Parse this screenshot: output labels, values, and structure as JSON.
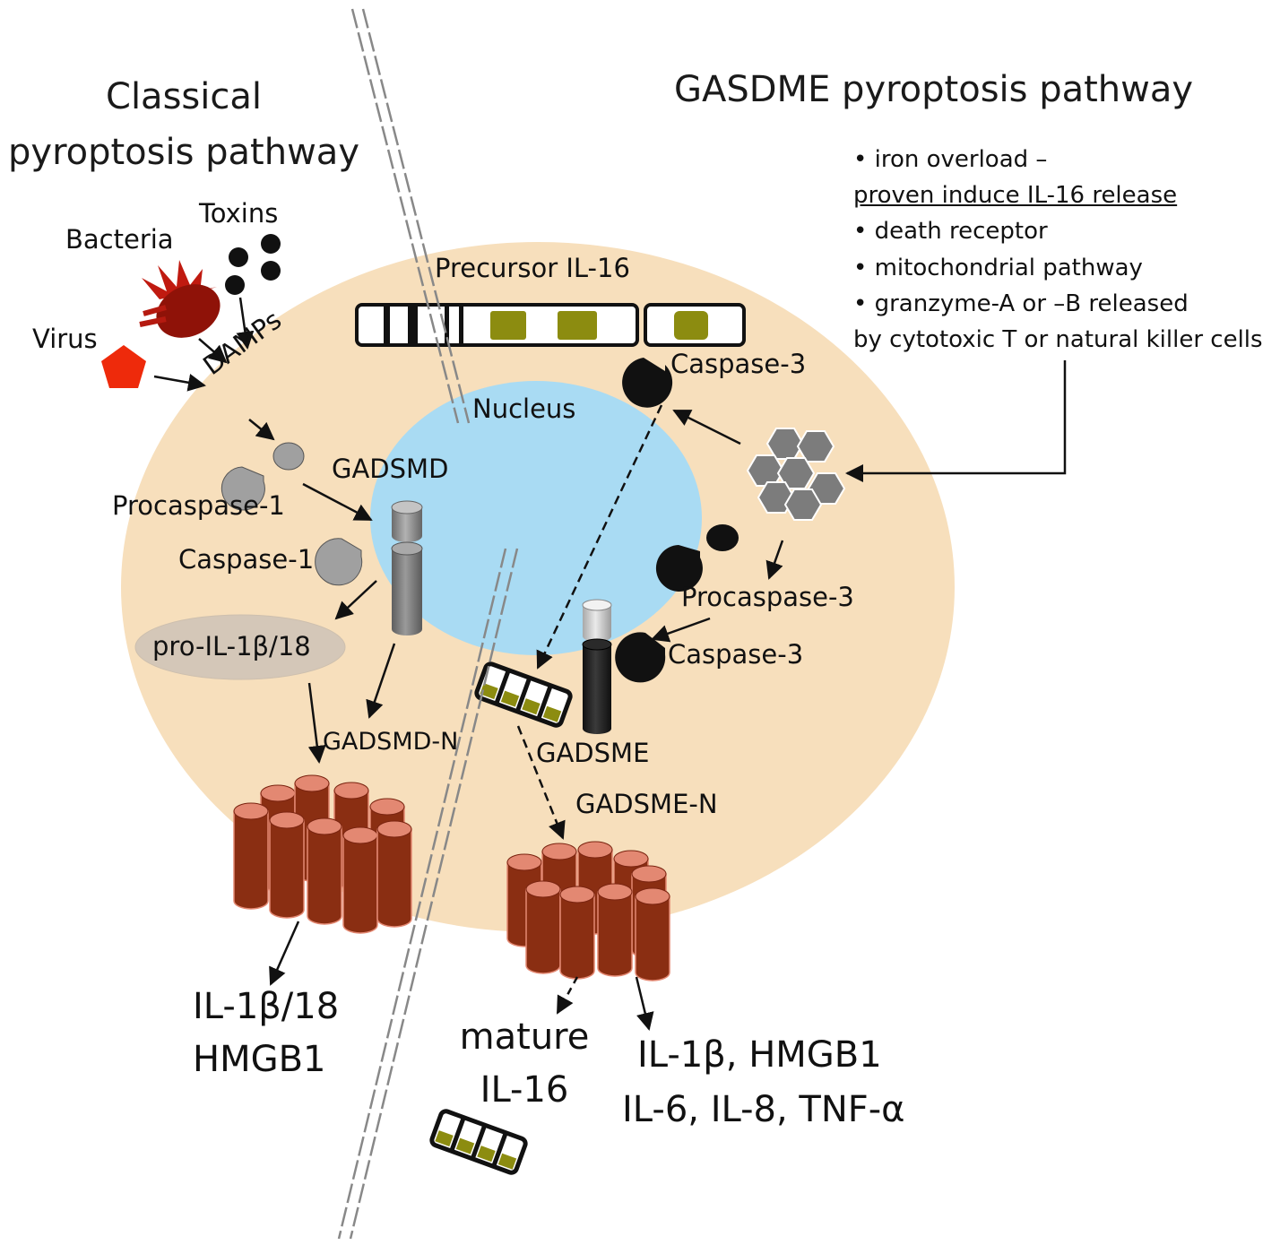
{
  "titles": {
    "left": [
      "Classical",
      "pyroptosis pathway"
    ],
    "right": "GASDME pyroptosis pathway"
  },
  "triggers": {
    "toxins": "Toxins",
    "bacteria": "Bacteria",
    "virus": "Virus",
    "damps": "DAMPs"
  },
  "labels": {
    "precursor": "Precursor IL-16",
    "caspase3_top": "Caspase-3",
    "nucleus": "Nucleus",
    "gadsmd": "GADSMD",
    "procaspase1": "Procaspase-1",
    "caspase1": "Caspase-1",
    "pro_il": "pro-IL-1β/18",
    "gadsmd_n": "GADSMD-N",
    "procaspase3": "Procaspase-3",
    "caspase3_bottom": "Caspase-3",
    "gadsme": "GADSME",
    "gadsme_n": "GADSME-N"
  },
  "causes": [
    {
      "text": "• iron overload –",
      "underline": false
    },
    {
      "text": "proven induce IL-16 release",
      "underline": true
    },
    {
      "text": "• death receptor",
      "underline": false
    },
    {
      "text": "• mitochondrial pathway",
      "underline": false
    },
    {
      "text": "• granzyme-A or –B released",
      "underline": false
    },
    {
      "text": "by cytotoxic T or natural killer cells",
      "underline": false
    }
  ],
  "outputs": {
    "left": [
      "IL-1β/18",
      "HMGB1"
    ],
    "mature": [
      "mature",
      "IL-16"
    ],
    "right": [
      "IL-1β, HMGB1",
      "IL-6, IL-8, TNF-α"
    ]
  },
  "colors": {
    "cell": "#f7dfbc",
    "nucleus": "#a9dbf3",
    "pore": "#8a2e12",
    "pore_top": "#e38872",
    "olive": "#8c8c10",
    "virus": "#ee2a0b",
    "bacteria": "#8f1208",
    "gray_cyl": "#7f7f7f",
    "dark_cyl": "#1e1e1e"
  }
}
